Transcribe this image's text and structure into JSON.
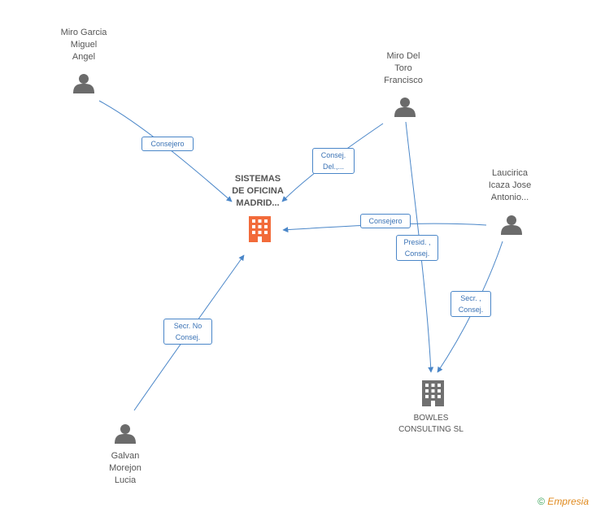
{
  "diagram": {
    "nodes": [
      {
        "id": "sistemas",
        "kind": "company",
        "highlight": true,
        "label_lines": [
          "SISTEMAS",
          "DE OFICINA",
          "MADRID..."
        ]
      },
      {
        "id": "bowles",
        "kind": "company",
        "highlight": false,
        "label_lines": [
          "BOWLES",
          "CONSULTING SL"
        ]
      },
      {
        "id": "miro-garcia",
        "kind": "person",
        "label_lines": [
          "Miro Garcia",
          "Miguel",
          "Angel"
        ]
      },
      {
        "id": "miro-del-toro",
        "kind": "person",
        "label_lines": [
          "Miro Del",
          "Toro",
          "Francisco"
        ]
      },
      {
        "id": "laucirica",
        "kind": "person",
        "label_lines": [
          "Laucirica",
          "Icaza Jose",
          "Antonio..."
        ]
      },
      {
        "id": "galvan",
        "kind": "person",
        "label_lines": [
          "Galvan",
          "Morejon",
          "Lucia"
        ]
      }
    ],
    "edges": [
      {
        "from": "miro-garcia",
        "to": "sistemas",
        "label_lines": [
          "Consejero"
        ]
      },
      {
        "from": "miro-del-toro",
        "to": "sistemas",
        "label_lines": [
          "Consej.",
          "Del.,..."
        ]
      },
      {
        "from": "laucirica",
        "to": "sistemas",
        "label_lines": [
          "Consejero"
        ]
      },
      {
        "from": "miro-del-toro",
        "to": "bowles",
        "label_lines": [
          "Presid. ,",
          "Consej."
        ]
      },
      {
        "from": "laucirica",
        "to": "bowles",
        "label_lines": [
          "Secr. ,",
          "Consej."
        ]
      },
      {
        "from": "galvan",
        "to": "sistemas",
        "label_lines": [
          "Secr.  No",
          "Consej."
        ]
      }
    ],
    "colors": {
      "edge": "#4a86c8",
      "person_icon": "#6b6b6b",
      "company_highlight": "#f26b3a",
      "company_default": "#707070"
    }
  },
  "footer": {
    "copyright_symbol": "©",
    "brand_first": "E",
    "brand_rest": "mpresia"
  }
}
